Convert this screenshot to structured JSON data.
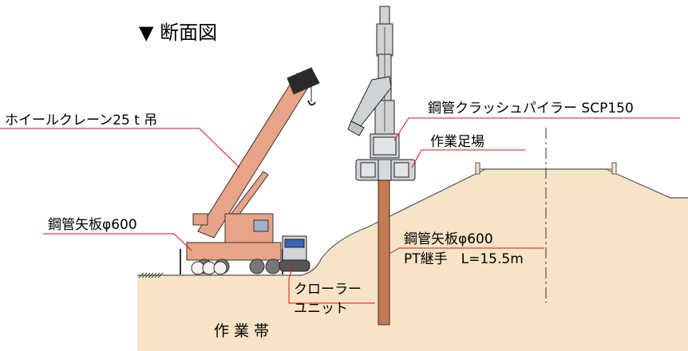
{
  "title": "▼ 断面図",
  "labels": {
    "crane": "ホイールクレーン25 t 吊",
    "piler": "鋼管クラッシュパイラー SCP150",
    "scaffold": "作業足場",
    "sheet_pile_left": "鋼管矢板φ600",
    "sheet_pile_right": "鋼管矢板φ600",
    "pt_joint": "PT継手　L=15.5m",
    "crawler_unit_1": "クローラー",
    "crawler_unit_2": "ユニット",
    "work_zone": "作 業 帯"
  },
  "colors": {
    "ground": "#f7e3c6",
    "ground_edge": "#555555",
    "crane_body": "#e9a387",
    "crane_outline": "#333333",
    "pile": "#c47b55",
    "leader_line": "#e0101a",
    "machine_gray": "#cfd2d6",
    "unit_blue": "#3b63b8"
  }
}
